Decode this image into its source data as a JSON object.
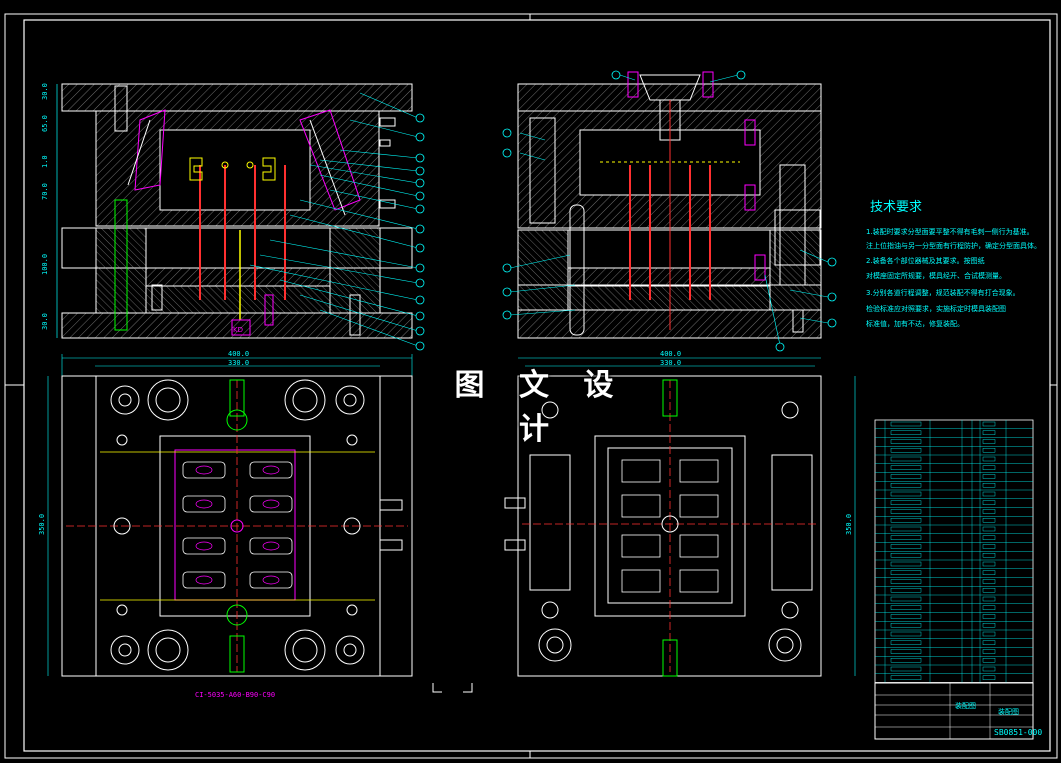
{
  "watermark": "图 文 设 计",
  "tech_requirements": {
    "title": "技术要求",
    "lines": [
      "1.装配时要求分型面要平整不得有毛刺一侧行为基准。",
      "注上位指油与另一分型面有行程防护，确定分型面具体。",
      "2.装备各个部位器械及其要求。按图纸",
      "对模座固定所规要，模具经开、合试模测量。",
      "3.分别各道行程调整，规范装配不得有打合现象。",
      "检验标准应对照要求，实施标定时模具装配图",
      "标准值，加有不达，修复装配。"
    ]
  },
  "dimensions": {
    "width_400_left": "400.0",
    "width_330_left": "330.0",
    "width_400_right": "400.0",
    "width_330_right": "330.0",
    "height_left": "350.0",
    "height_right": "350.0"
  },
  "left_labels": [
    "30.0",
    "65.0",
    "1.0",
    "70.0",
    "100.0",
    "30.0"
  ],
  "part_ref_label": "CI-5035-A60-B90-C90",
  "kd_label": "KD",
  "title_block": {
    "drawing_no": "SB0851-000",
    "name": "装配图",
    "part_rows": 30
  },
  "colors": {
    "background": "#000000",
    "frame": "#ffffff",
    "cyan": "#00ffff",
    "magenta": "#ff00ff",
    "red": "#ff3030",
    "yellow": "#ffff00",
    "green": "#00ff00"
  }
}
